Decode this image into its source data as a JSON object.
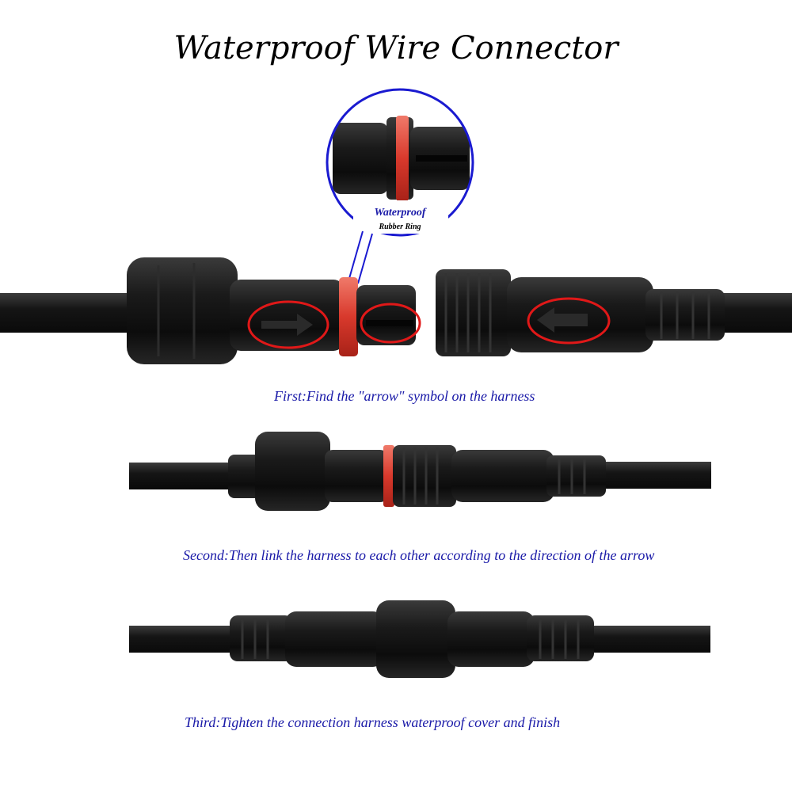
{
  "title": "Waterproof Wire Connector",
  "callout": {
    "label_main": "Waterproof",
    "label_sub": "Rubber Ring"
  },
  "steps": [
    {
      "text": "First:Find the \"arrow\" symbol on the harness"
    },
    {
      "text": "Second:Then link the harness to each other according to the direction of the arrow"
    },
    {
      "text": "Third:Tighten the connection harness waterproof cover and finish"
    }
  ],
  "colors": {
    "caption": "#1a1aa8",
    "callout_label": "#1a1aa8",
    "callout_ring": "#1a1ad0",
    "highlight": "#e01818",
    "rubber_ring": "#e0443a",
    "connector": "#141414"
  }
}
